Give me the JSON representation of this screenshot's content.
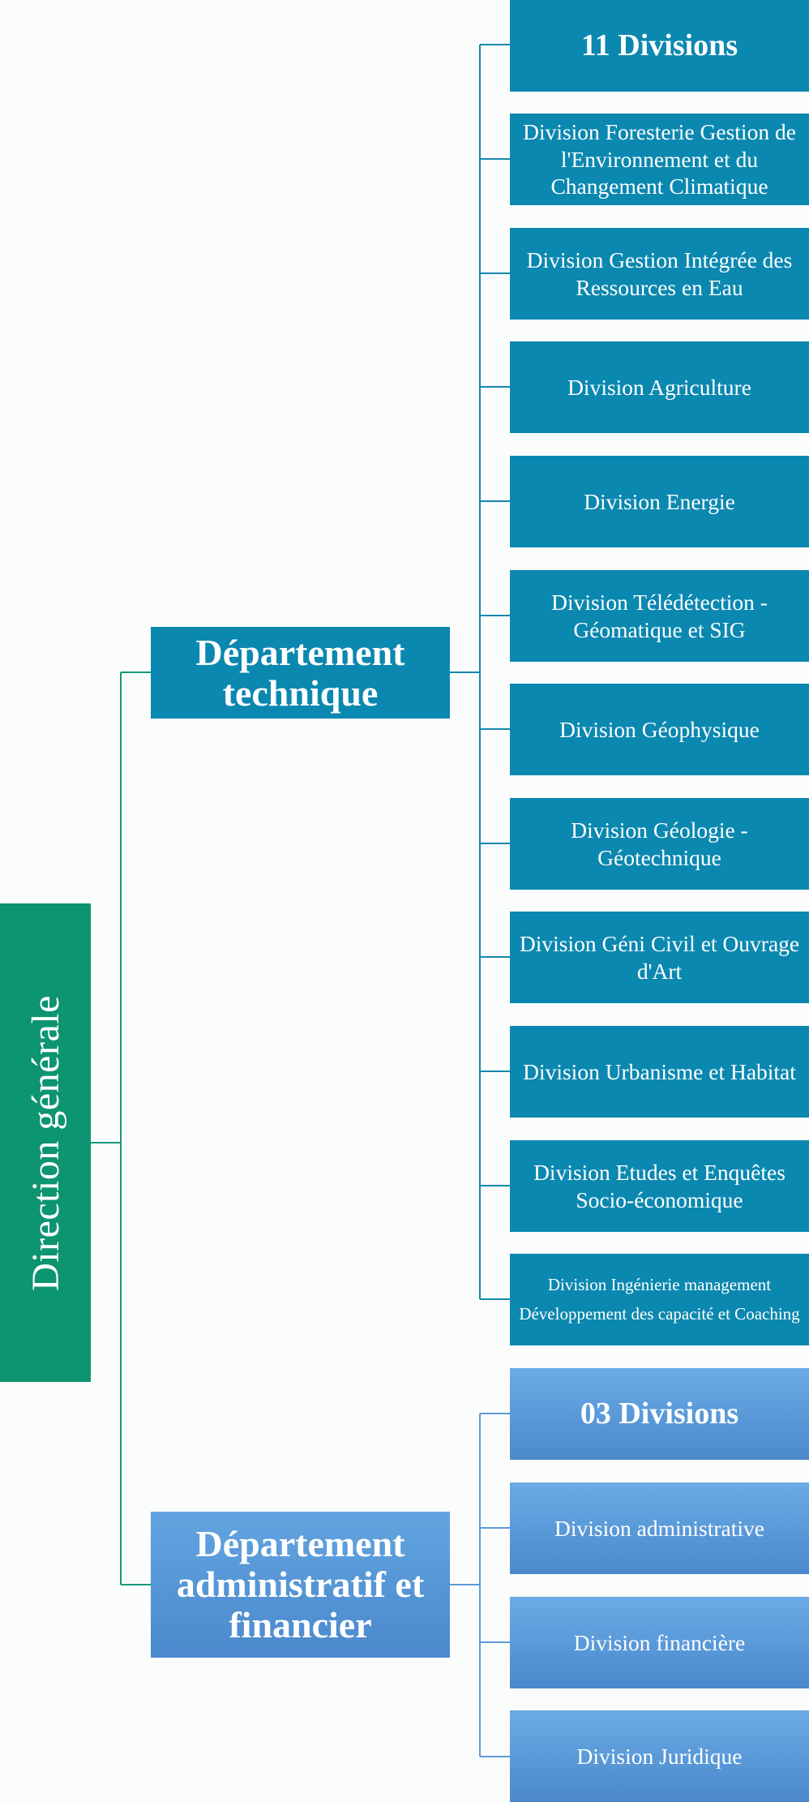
{
  "root": {
    "label": "Direction générale"
  },
  "technical_department": {
    "label": "Département technique",
    "divisions": [
      "11 Divisions",
      "Division Foresterie Gestion de l'Environnement et du Changement Climatique",
      "Division Gestion Intégrée des Ressources en Eau",
      "Division Agriculture",
      "Division Energie",
      "Division Télédétection - Géomatique et SIG",
      "Division Géophysique",
      "Division Géologie - Géotechnique",
      "Division Géni Civil et Ouvrage d'Art",
      "Division Urbanisme et Habitat",
      "Division Etudes et Enquêtes Socio-économique"
    ],
    "last_division": {
      "line1": "Division Ingénierie management",
      "line2": "Développement des capacité et Coaching"
    }
  },
  "admin_department": {
    "label": "Département administratif et financier",
    "divisions": [
      "03 Divisions",
      "Division administrative",
      "Division financière",
      "Division Juridique"
    ]
  },
  "colors": {
    "root_green": "#0d9470",
    "technical_teal": "#0b88b0",
    "admin_blue": "#4b89cc",
    "connector_green": "#17997a",
    "connector_teal": "#1589ad",
    "connector_blue": "#5d9bd8"
  }
}
